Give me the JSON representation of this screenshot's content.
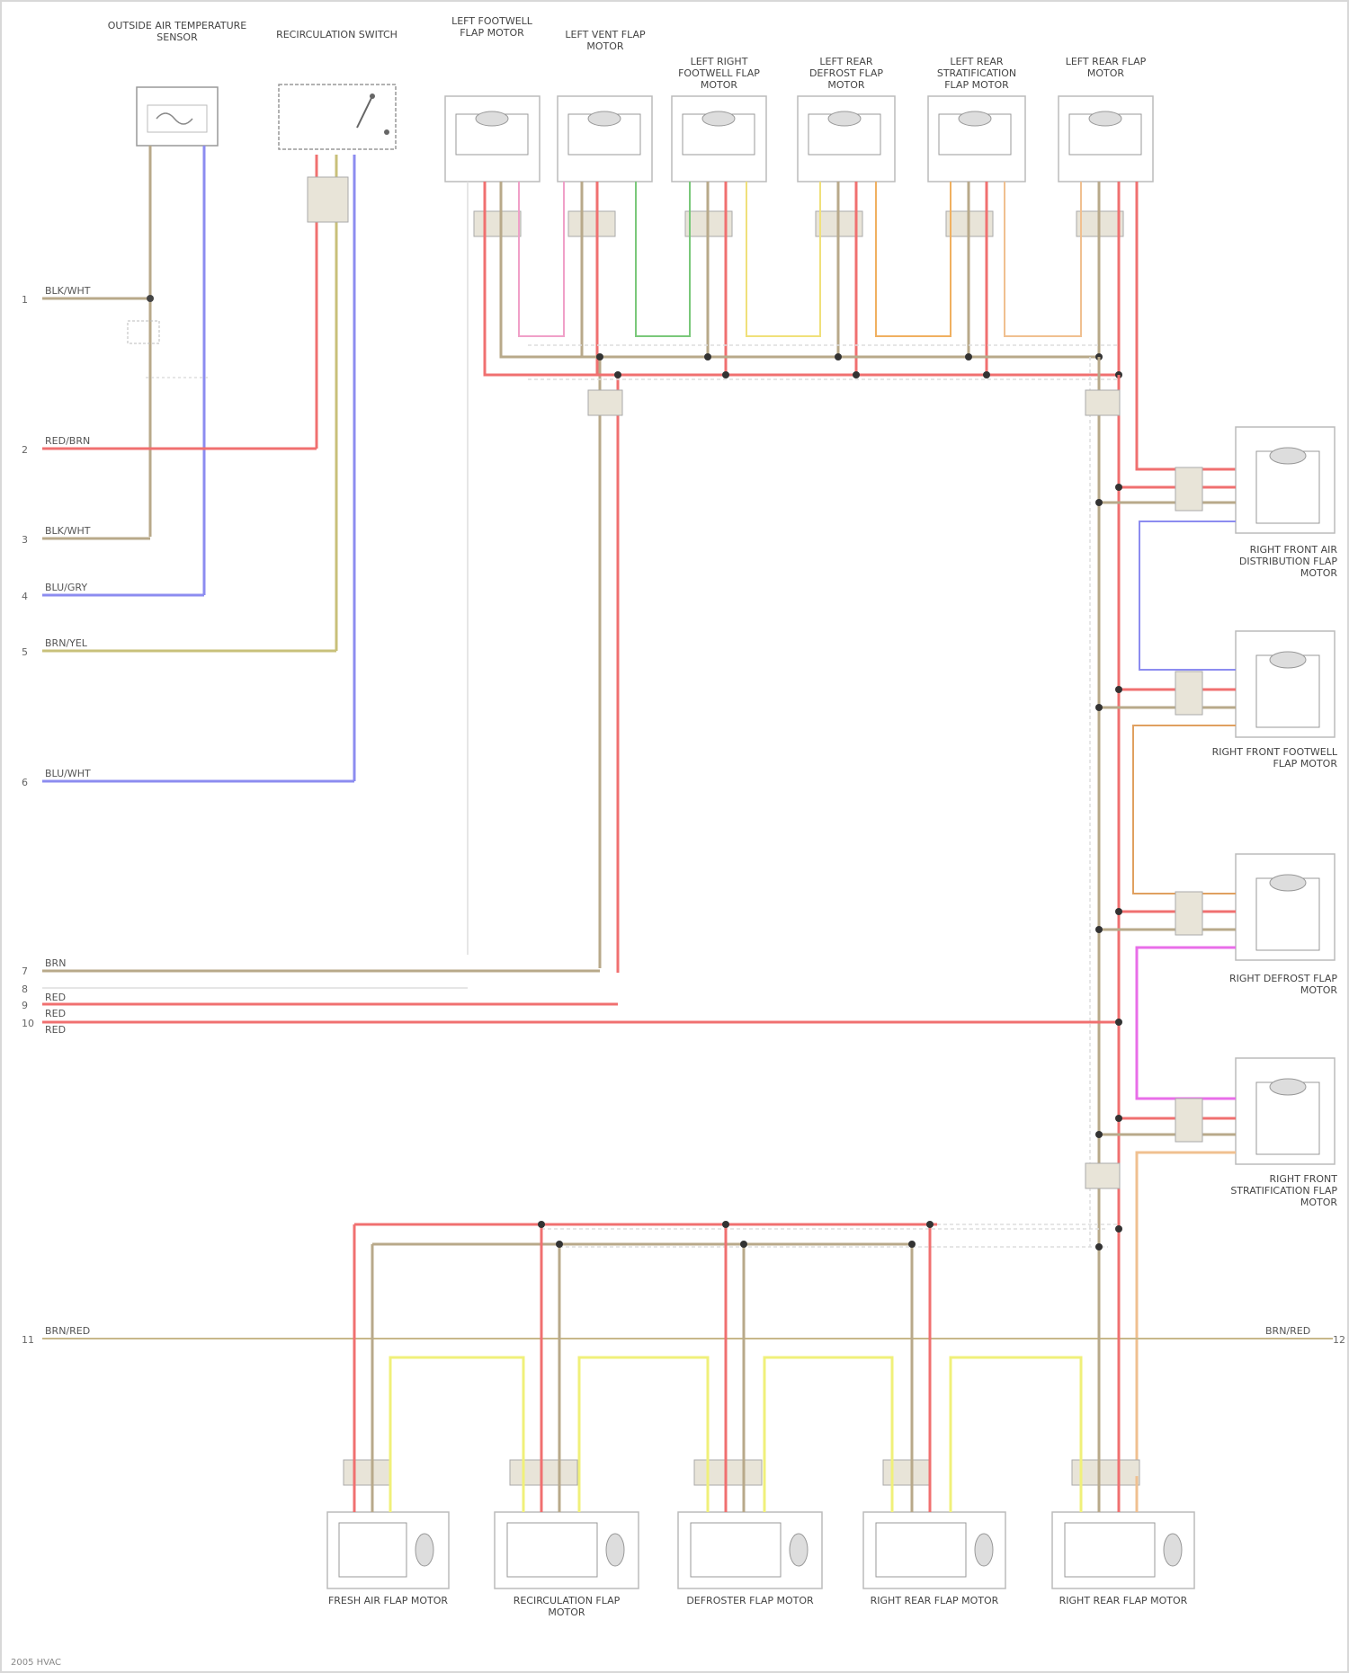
{
  "diagram": {
    "left_pins": [
      "1",
      "2",
      "3",
      "4",
      "5",
      "6",
      "7",
      "8",
      "9",
      "10",
      "11",
      "12"
    ],
    "left_wire_labels": {
      "w1": "BLK/WHT",
      "w2": "RED/BRN",
      "w3": "BLK/WHT",
      "w4": "BLU/GRY",
      "w5": "BRN/YEL",
      "w6": "BLU/WHT",
      "w7": "BRN",
      "w8": "RED",
      "w9": "RED",
      "w10": "RED",
      "ground": "BRN/RED",
      "ground_r": "BRN/RED"
    },
    "top_components": [
      {
        "id": "sensor",
        "label": "OUTSIDE AIR TEMPERATURE SENSOR"
      },
      {
        "id": "switch",
        "label": "RECIRCULATION SWITCH"
      },
      {
        "id": "m1",
        "label": "LEFT FOOTWELL FLAP MOTOR"
      },
      {
        "id": "m2",
        "label": "LEFT VENT FLAP MOTOR"
      },
      {
        "id": "m3",
        "label": "LEFT RIGHT FOOTWELL FLAP MOTOR"
      },
      {
        "id": "m4",
        "label": "LEFT REAR DEFROST FLAP MOTOR"
      },
      {
        "id": "m5",
        "label": "LEFT REAR STRATIFICATION FLAP MOTOR"
      },
      {
        "id": "m6",
        "label": "LEFT REAR FLAP MOTOR"
      }
    ],
    "right_components": [
      {
        "id": "r1",
        "label": "RIGHT FRONT AIR DISTRIBUTION FLAP MOTOR"
      },
      {
        "id": "r2",
        "label": "RIGHT FRONT FOOTWELL FLAP MOTOR"
      },
      {
        "id": "r3",
        "label": "RIGHT DEFROST FLAP MOTOR"
      },
      {
        "id": "r4",
        "label": "RIGHT FRONT STRATIFICATION FLAP MOTOR"
      }
    ],
    "bottom_components": [
      {
        "id": "b1",
        "label": "FRESH AIR FLAP MOTOR"
      },
      {
        "id": "b2",
        "label": "RECIRCULATION FLAP MOTOR"
      },
      {
        "id": "b3",
        "label": "DEFROSTER FLAP MOTOR"
      },
      {
        "id": "b4",
        "label": "RIGHT REAR FLAP MOTOR"
      },
      {
        "id": "b5",
        "label": "RIGHT REAR FLAP MOTOR"
      }
    ],
    "footer": "2005 HVAC"
  }
}
